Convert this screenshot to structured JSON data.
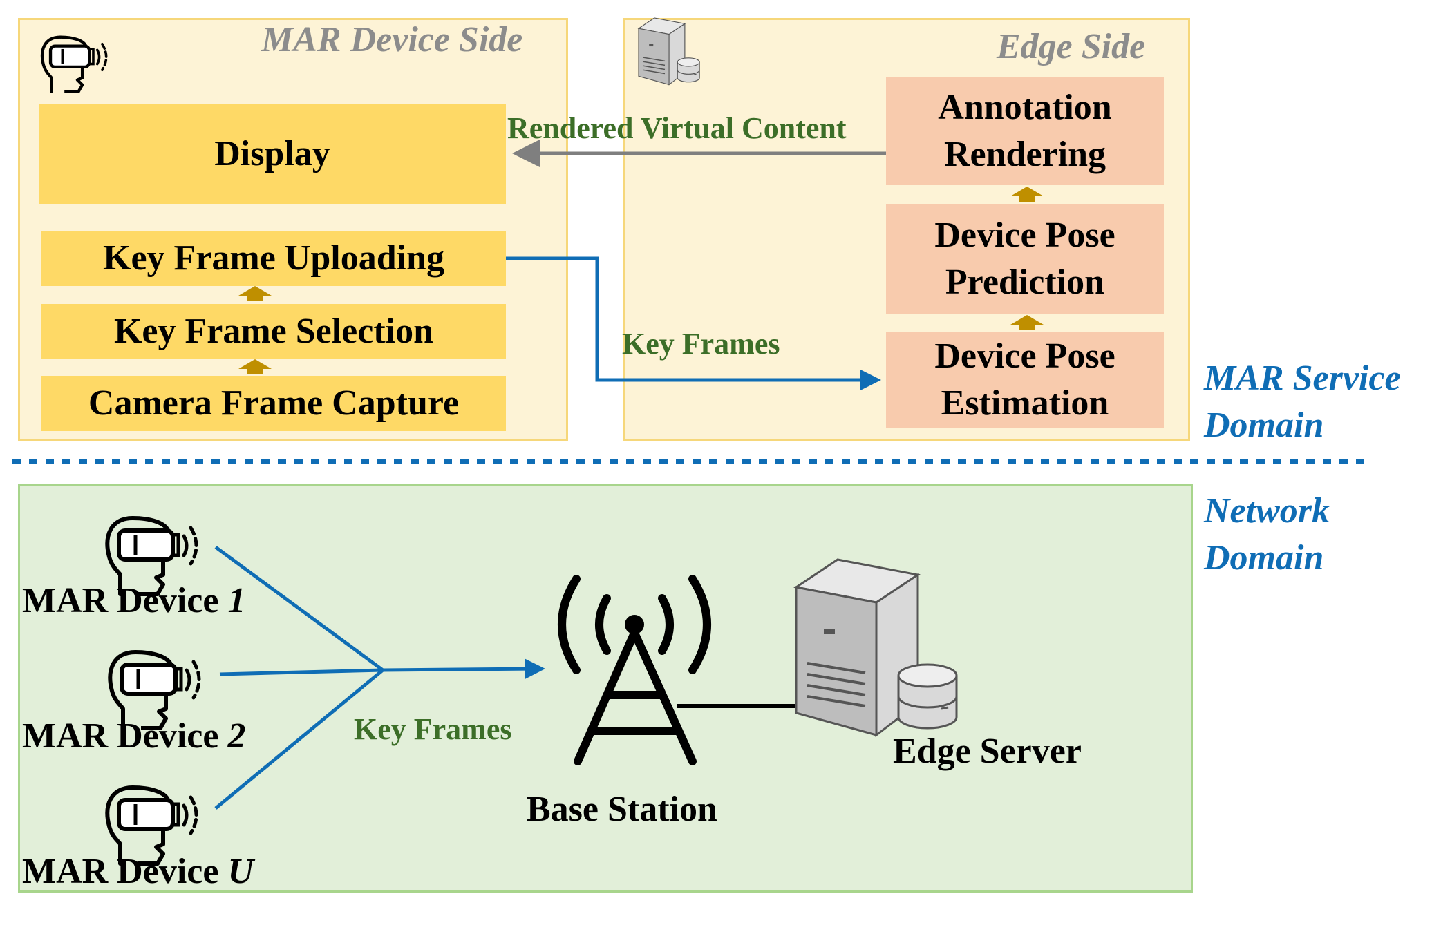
{
  "mar_device_side": {
    "title": "MAR Device Side",
    "blocks": {
      "display": "Display",
      "uploading": "Key Frame Uploading",
      "selection": "Key Frame Selection",
      "capture": "Camera Frame Capture"
    }
  },
  "edge_side": {
    "title": "Edge Side",
    "blocks": {
      "rendering": "Annotation\nRendering",
      "prediction": "Device Pose\nPrediction",
      "estimation": "Device Pose\nEstimation"
    }
  },
  "flows": {
    "rendered_content": "Rendered Virtual Content",
    "key_frames_top": "Key Frames",
    "key_frames_bottom": "Key Frames"
  },
  "domains": {
    "service": "MAR Service\nDomain",
    "network": "Network\nDomain"
  },
  "network": {
    "devices": [
      {
        "name": "MAR Device ",
        "index": "1"
      },
      {
        "name": "MAR Device ",
        "index": "2"
      },
      {
        "name": "MAR Device ",
        "index": "U"
      }
    ],
    "base_station": "Base Station",
    "edge_server": "Edge Server"
  },
  "colors": {
    "device_block": "#fed966",
    "edge_block": "#f8cbad",
    "panel_fill": "#fdf3d6",
    "network_fill": "#e2efd9",
    "flow_blue": "#0f6db5",
    "step_arrow": "#bf8f00",
    "return_arrow": "#7f7f7f"
  }
}
